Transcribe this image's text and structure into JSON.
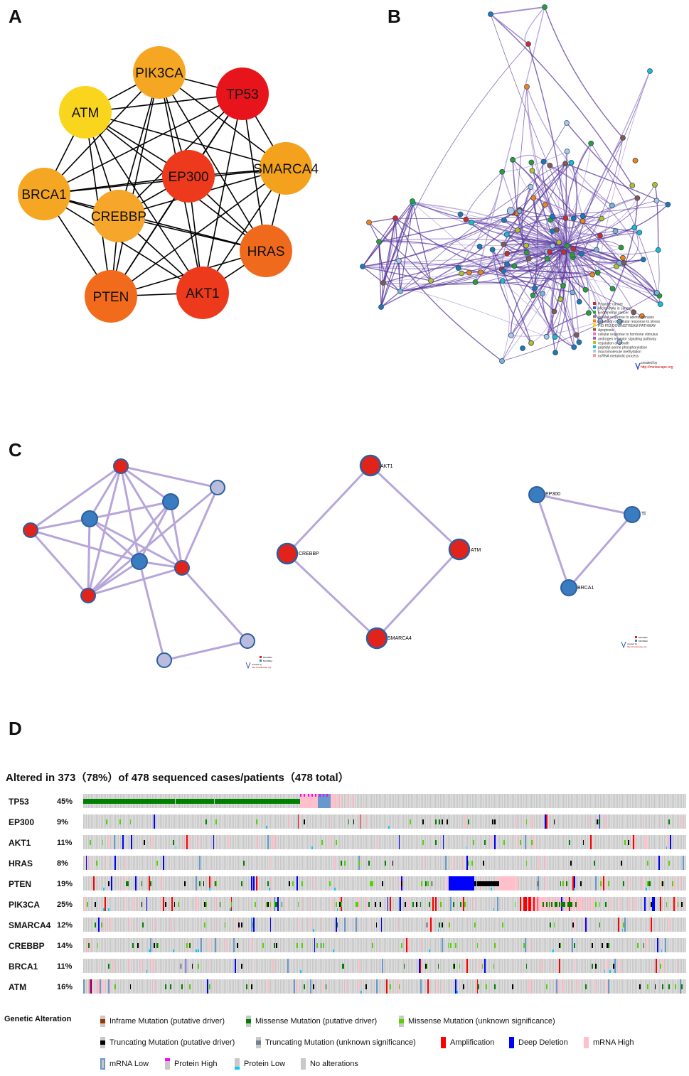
{
  "panels": {
    "a": "A",
    "b": "B",
    "c": "C",
    "d": "D"
  },
  "panel_a": {
    "nodes": [
      {
        "id": "PIK3CA",
        "label": "PIK3CA",
        "color": "#F5A623"
      },
      {
        "id": "TP53",
        "label": "TP53",
        "color": "#E8141C"
      },
      {
        "id": "ATM",
        "label": "ATM",
        "color": "#FAD51E"
      },
      {
        "id": "SMARCA4",
        "label": "SMARCA4",
        "color": "#F4A21E"
      },
      {
        "id": "EP300",
        "label": "EP300",
        "color": "#EE3A1C"
      },
      {
        "id": "BRCA1",
        "label": "BRCA1",
        "color": "#F5A623"
      },
      {
        "id": "CREBBP",
        "label": "CREBBP",
        "color": "#F6A62A"
      },
      {
        "id": "HRAS",
        "label": "HRAS",
        "color": "#F06A1E"
      },
      {
        "id": "PTEN",
        "label": "PTEN",
        "color": "#F26A1C"
      },
      {
        "id": "AKT1",
        "label": "AKT1",
        "color": "#EE3A1C"
      }
    ]
  },
  "panel_b": {
    "legend": [
      {
        "label": "Prostate cancer",
        "color": "#d62728"
      },
      {
        "label": "MicroRNAs in cancer",
        "color": "#1f77b4"
      },
      {
        "label": "Endometrial cancer",
        "color": "#2ca02c"
      },
      {
        "label": "cellular response to abiotic stimulus",
        "color": "#7f7f7f"
      },
      {
        "label": "regulation of cellular response to stress",
        "color": "#ff7f0e"
      },
      {
        "label": "PID P53 DOWNSTREAM PATHWAY",
        "color": "#e6e600"
      },
      {
        "label": "Apoptosis",
        "color": "#8c564b"
      },
      {
        "label": "cellular response to hormone stimulus",
        "color": "#e377c2"
      },
      {
        "label": "androgen receptor signaling pathway",
        "color": "#9467bd"
      },
      {
        "label": "regulation of growth",
        "color": "#bcbd22"
      },
      {
        "label": "peptidyl-serine phosphorylation",
        "color": "#17becf"
      },
      {
        "label": "macromolecule methylation",
        "color": "#aec7e8"
      },
      {
        "label": "ncRNA metabolic process",
        "color": "#ff9896"
      }
    ],
    "credit_line1": "created by",
    "credit_line2": "http://metascape.org"
  },
  "panel_c": {
    "labels": {
      "akt1": "AKT1",
      "crebbp": "CREBBP",
      "atm": "ATM",
      "smarca4": "SMARCA4",
      "ep300": "EP300",
      "tl": "Tl",
      "brca1": "BRCA1"
    },
    "legend": [
      "MCODE1",
      "MCODE2"
    ],
    "credit_line1": "created by",
    "credit_line2": "http://metascape.org"
  },
  "panel_d": {
    "title": "Altered in 373（78%）of 478 sequenced cases/patients（478 total）",
    "genes": [
      {
        "name": "TP53",
        "pct": "45%"
      },
      {
        "name": "EP300",
        "pct": "9%"
      },
      {
        "name": "AKT1",
        "pct": "11%"
      },
      {
        "name": "HRAS",
        "pct": "8%"
      },
      {
        "name": "PTEN",
        "pct": "19%"
      },
      {
        "name": "PIK3CA",
        "pct": "25%"
      },
      {
        "name": "SMARCA4",
        "pct": "12%"
      },
      {
        "name": "CREBBP",
        "pct": "14%"
      },
      {
        "name": "BRCA1",
        "pct": "11%"
      },
      {
        "name": "ATM",
        "pct": "16%"
      }
    ],
    "legend_title": "Genetic Alteration",
    "legend": [
      {
        "label": "Inframe Mutation (putative driver)",
        "color": "#993404"
      },
      {
        "label": "Missense Mutation (putative driver)",
        "color": "#008000"
      },
      {
        "label": "Missense Mutation (unknown significance)",
        "color": "#53d400"
      },
      {
        "label": "Truncating Mutation (putative driver)",
        "color": "#000000"
      },
      {
        "label": "Truncating Mutation (unknown significance)",
        "color": "#708090"
      },
      {
        "label": "Amplification",
        "color": "#ff0000"
      },
      {
        "label": "Deep Deletion",
        "color": "#0000ff"
      },
      {
        "label": "mRNA High",
        "color": "#ffc0cb"
      },
      {
        "label": "mRNA Low",
        "color": "#6699cc"
      },
      {
        "label": "Protein High",
        "color": "#ff00ff"
      },
      {
        "label": "Protein Low",
        "color": "#00ccff"
      },
      {
        "label": "No alterations",
        "color": "#c8c8c8"
      }
    ]
  }
}
